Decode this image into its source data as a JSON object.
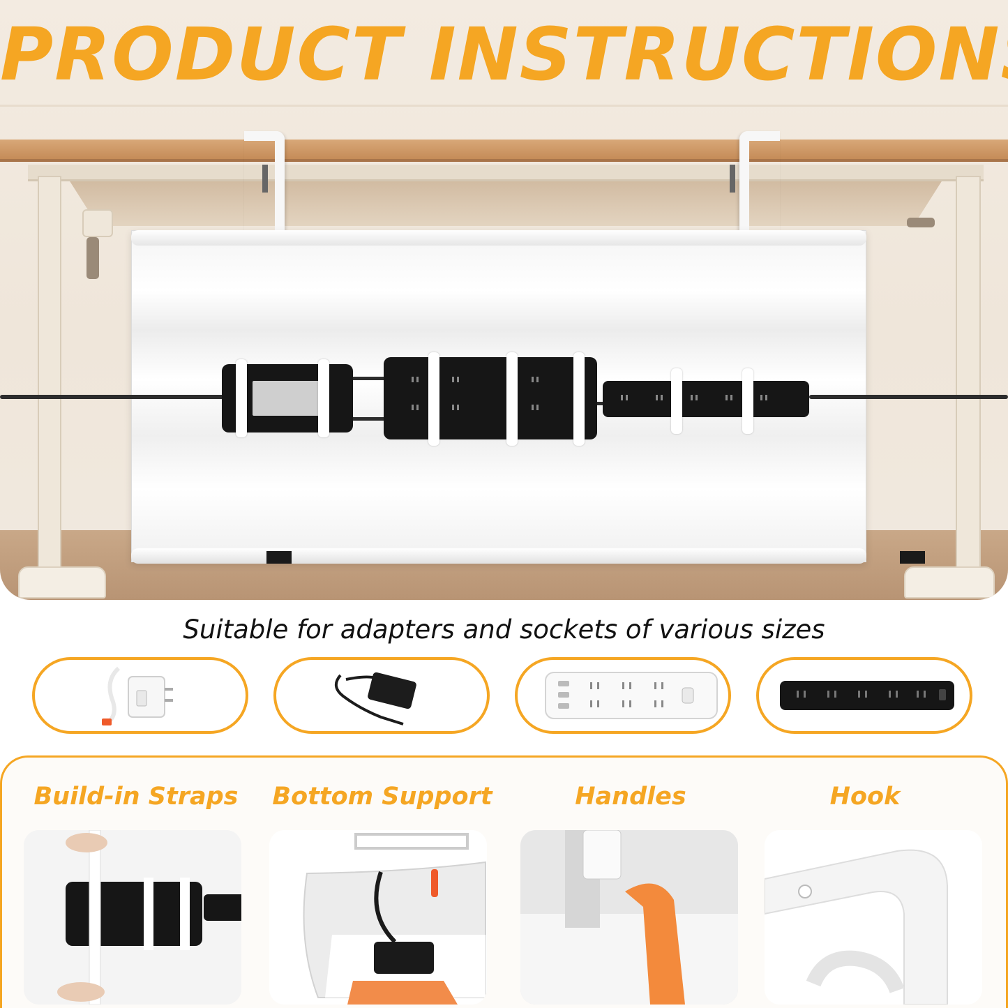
{
  "hero": {
    "title": "PRODUCT INSTRUCTIONS"
  },
  "subtitle": "Suitable for adapters and sockets of various sizes",
  "device_options": [
    {
      "icon": "usb-charger-icon"
    },
    {
      "icon": "laptop-adapter-icon"
    },
    {
      "icon": "white-power-strip-icon"
    },
    {
      "icon": "black-power-strip-icon"
    }
  ],
  "features": [
    {
      "label": "Build-in Straps"
    },
    {
      "label": "Bottom Support"
    },
    {
      "label": "Handles"
    },
    {
      "label": "Hook"
    }
  ],
  "colors": {
    "accent": "#f5a623",
    "background": "#efe6da",
    "text": "#111111"
  }
}
